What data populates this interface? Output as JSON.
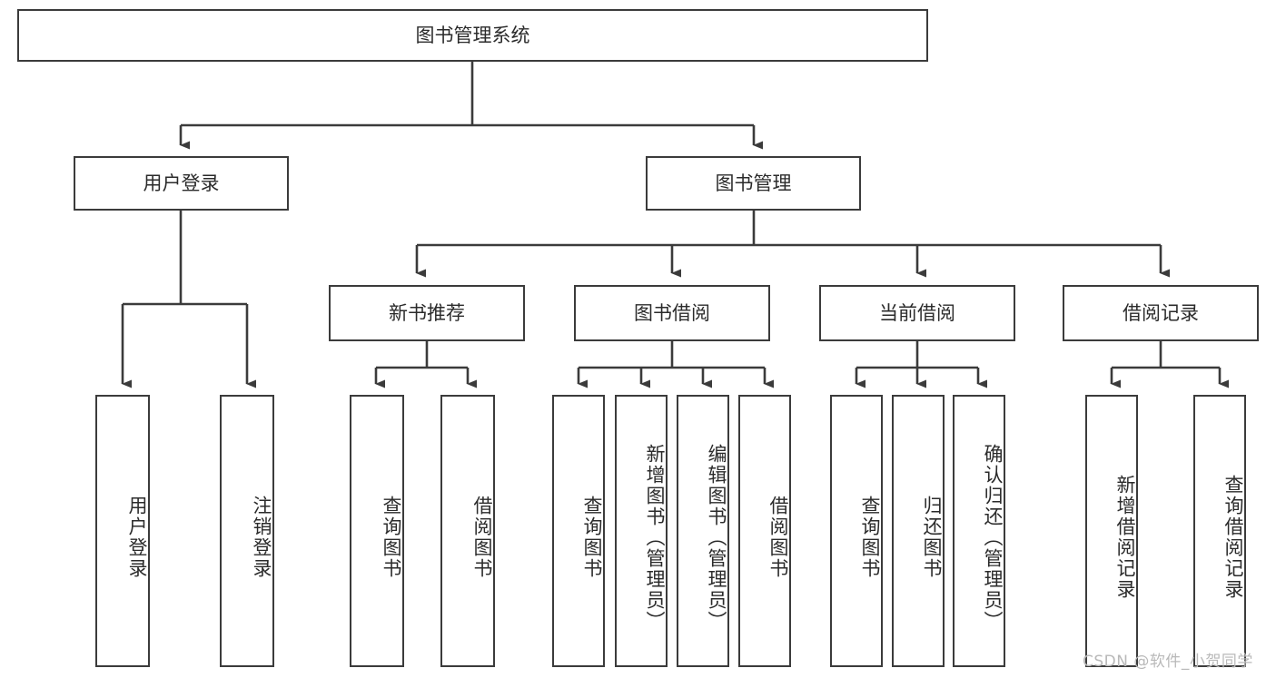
{
  "diagram": {
    "type": "tree-hierarchy",
    "title": "图书管理系统",
    "watermark": "CSDN @软件_小贺同学",
    "colors": {
      "stroke": "#3b3b3b",
      "text": "#2b2b2b",
      "background": "#ffffff",
      "watermark": "#b9b9b9"
    },
    "nodes": {
      "root": {
        "label": "图书管理系统"
      },
      "level2": [
        {
          "id": "user-login",
          "label": "用户登录"
        },
        {
          "id": "book-manage",
          "label": "图书管理"
        }
      ],
      "level3": [
        {
          "id": "new-book-recommend",
          "label": "新书推荐"
        },
        {
          "id": "book-borrow",
          "label": "图书借阅"
        },
        {
          "id": "current-borrow",
          "label": "当前借阅"
        },
        {
          "id": "borrow-record",
          "label": "借阅记录"
        }
      ],
      "leaves": {
        "user-login": [
          {
            "id": "leaf-user-login",
            "label": "用户登录"
          },
          {
            "id": "leaf-logout",
            "label": "注销登录"
          }
        ],
        "new-book-recommend": [
          {
            "id": "leaf-query-book-1",
            "label": "查询图书"
          },
          {
            "id": "leaf-borrow-book-1",
            "label": "借阅图书"
          }
        ],
        "book-borrow": [
          {
            "id": "leaf-query-book-2",
            "label": "查询图书"
          },
          {
            "id": "leaf-add-book",
            "label": "新增图书（管理员）"
          },
          {
            "id": "leaf-edit-book",
            "label": "编辑图书（管理员）"
          },
          {
            "id": "leaf-borrow-book-2",
            "label": "借阅图书"
          }
        ],
        "current-borrow": [
          {
            "id": "leaf-query-book-3",
            "label": "查询图书"
          },
          {
            "id": "leaf-return-book",
            "label": "归还图书"
          },
          {
            "id": "leaf-confirm-return",
            "label": "确认归还（管理员）"
          }
        ],
        "borrow-record": [
          {
            "id": "leaf-add-record",
            "label": "新增借阅记录"
          },
          {
            "id": "leaf-query-record",
            "label": "查询借阅记录"
          }
        ]
      }
    }
  }
}
